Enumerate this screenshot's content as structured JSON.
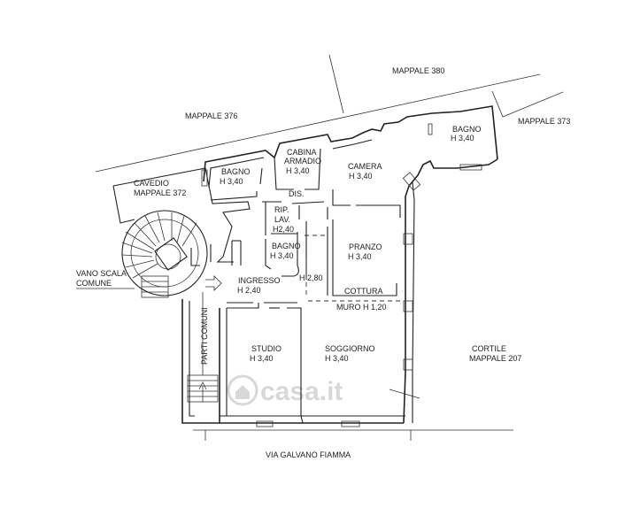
{
  "labels": {
    "mappale_380": "MAPPALE 380",
    "mappale_376": "MAPPALE 376",
    "mappale_373": "MAPPALE 373",
    "bagno_top_right_name": "BAGNO",
    "bagno_top_right_h": "H 3,40",
    "cabina_1": "CABINA",
    "cabina_2": "ARMADIO",
    "cabina_h": "H 3,40",
    "bagno_top_left_name": "BAGNO",
    "bagno_top_left_h": "H 3,40",
    "camera_name": "CAMERA",
    "camera_h": "H 3,40",
    "cavedio_1": "CAVEDIO",
    "cavedio_2": "MAPPALE 372",
    "dis": "DIS.",
    "rip_1": "RIP.",
    "rip_2": "LAV.",
    "rip_h": "H2,40",
    "pranzo_name": "PRANZO",
    "pranzo_h": "H 3,40",
    "bagno_mid_name": "BAGNO",
    "bagno_mid_h": "H 3,40",
    "vano_1": "VANO SCALA",
    "vano_2": "COMUNE",
    "h280": "H 2,80",
    "ingresso_name": "INGRESSO",
    "ingresso_h": "H 2,40",
    "cottura": "COTTURA",
    "muro": "MURO H 1,20",
    "parti_comuni": "PARTI COMUNI",
    "studio_name": "STUDIO",
    "studio_h": "H 3,40",
    "soggiorno_name": "SOGGIORNO",
    "soggiorno_h": "H 3,40",
    "cortile_1": "CORTILE",
    "cortile_2": "MAPPALE 207",
    "via": "VIA GALVANO FIAMMA",
    "watermark": "casa.it"
  }
}
